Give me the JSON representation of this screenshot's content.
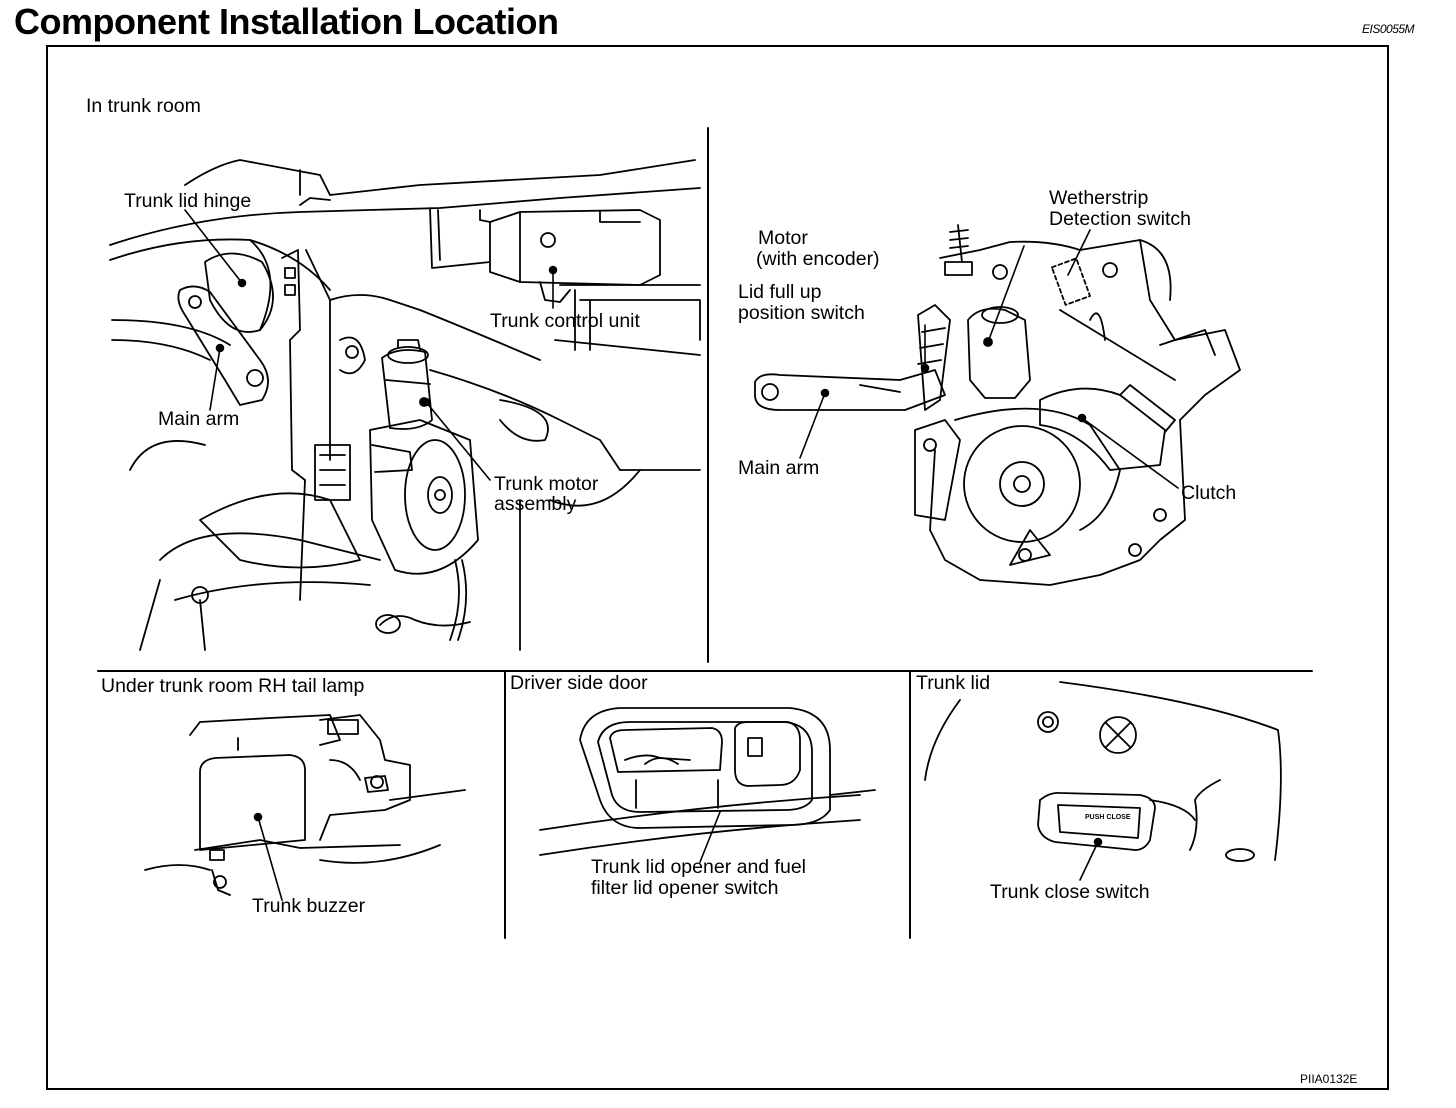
{
  "header": {
    "title": "Component Installation Location",
    "doc_code": "EIS0055M"
  },
  "figure_code": "PIIA0132E",
  "sections": {
    "trunk_room": {
      "title": "In trunk room",
      "labels": {
        "trunk_lid_hinge": "Trunk lid hinge",
        "trunk_control_unit": "Trunk control unit",
        "main_arm": "Main arm",
        "trunk_motor_assembly_1": "Trunk motor",
        "trunk_motor_assembly_2": "assembly"
      }
    },
    "motor_detail": {
      "labels": {
        "motor_1": "Motor",
        "motor_2": "(with encoder)",
        "wetherstrip_1": "Wetherstrip",
        "wetherstrip_2": "Detection switch",
        "lid_full_up_1": "Lid full up",
        "lid_full_up_2": "position switch",
        "main_arm": "Main arm",
        "clutch": "Clutch"
      }
    },
    "tail_lamp": {
      "title": "Under trunk room RH tail lamp",
      "labels": {
        "trunk_buzzer": "Trunk buzzer"
      }
    },
    "driver_door": {
      "title": "Driver side door",
      "labels": {
        "opener_switch_1": "Trunk lid opener and fuel",
        "opener_switch_2": "filter lid opener switch"
      }
    },
    "trunk_lid": {
      "title": "Trunk lid",
      "labels": {
        "trunk_close_switch": "Trunk close switch",
        "push_close": "PUSH CLOSE"
      }
    }
  }
}
